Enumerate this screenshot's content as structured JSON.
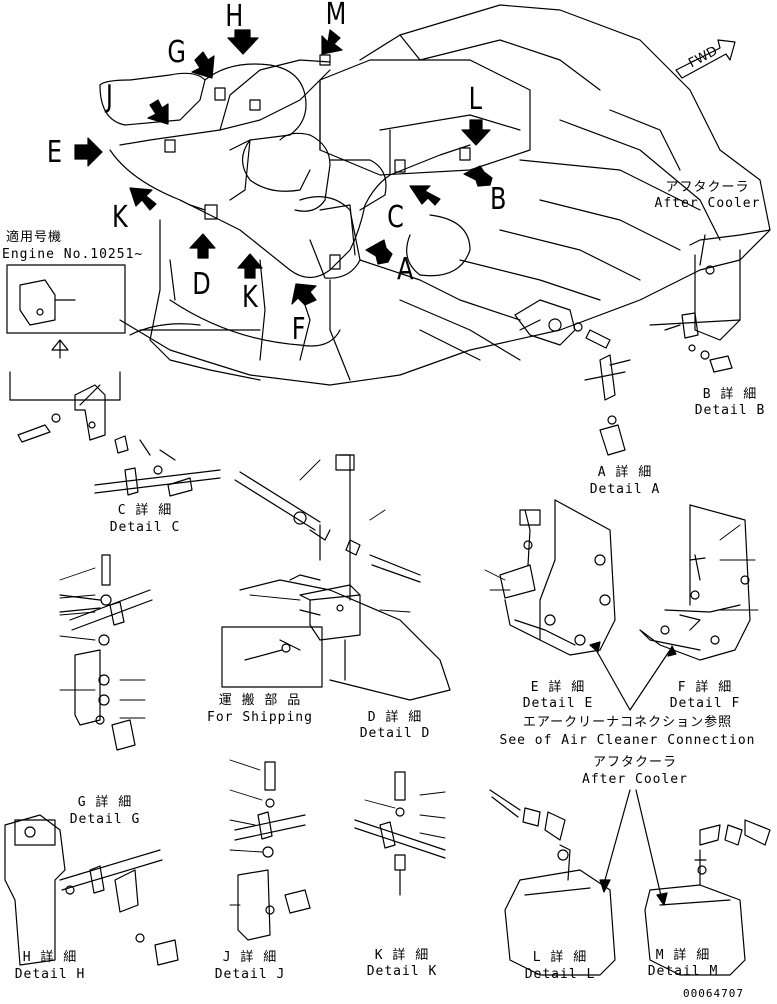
{
  "callouts": [
    "H",
    "M",
    "G",
    "J",
    "L",
    "E",
    "B",
    "C",
    "K",
    "D",
    "K",
    "F",
    "A"
  ],
  "fwd": "FWD",
  "applicable": {
    "jp": "適用号機",
    "en": "Engine No.10251~"
  },
  "details": {
    "A": {
      "jp": "A 詳 細",
      "en": "Detail A"
    },
    "B": {
      "jp": "B 詳 細",
      "en": "Detail B"
    },
    "C": {
      "jp": "C 詳 細",
      "en": "Detail C"
    },
    "D": {
      "jp": "D 詳 細",
      "en": "Detail D"
    },
    "E": {
      "jp": "E 詳 細",
      "en": "Detail E"
    },
    "F": {
      "jp": "F 詳 細",
      "en": "Detail F"
    },
    "G": {
      "jp": "G 詳 細",
      "en": "Detail G"
    },
    "H": {
      "jp": "H 詳 細",
      "en": "Detail H"
    },
    "J": {
      "jp": "J 詳 細",
      "en": "Detail J"
    },
    "K": {
      "jp": "K 詳 細",
      "en": "Detail K"
    },
    "L": {
      "jp": "L 詳 細",
      "en": "Detail L"
    },
    "M": {
      "jp": "M 詳 細",
      "en": "Detail M"
    }
  },
  "after_cooler_b": {
    "jp": "アフタクーラ",
    "en": "After Cooler"
  },
  "after_cooler_lm": {
    "jp": "アフタクーラ",
    "en": "After Cooler"
  },
  "shipping": {
    "jp": "運 搬 部 品",
    "en": "For Shipping"
  },
  "air_cleaner": {
    "jp": "エアークリーナコネクション参照",
    "en": "See of Air Cleaner Connection"
  },
  "drawing_no": "00064707"
}
